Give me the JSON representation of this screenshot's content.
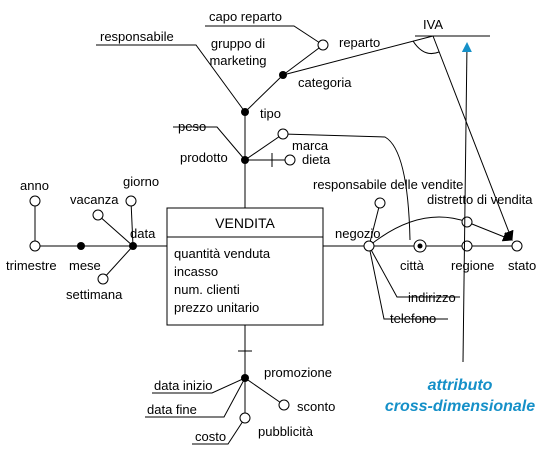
{
  "fact": {
    "name": "VENDITA",
    "measures": [
      "quantità venduta",
      "incasso",
      "num. clienti",
      "prezzo unitario"
    ]
  },
  "labels": {
    "capo_reparto": "capo reparto",
    "reparto": "reparto",
    "responsabile": "responsabile",
    "gruppo_marketing_1": "gruppo di",
    "gruppo_marketing_2": "marketing",
    "categoria": "categoria",
    "iva": "IVA",
    "tipo": "tipo",
    "peso": "peso",
    "prodotto": "prodotto",
    "marca": "marca",
    "dieta": "dieta",
    "anno": "anno",
    "giorno": "giorno",
    "vacanza": "vacanza",
    "data": "data",
    "trimestre": "trimestre",
    "mese": "mese",
    "settimana": "settimana",
    "responsabile_vendite": "responsabile delle vendite",
    "distretto_vendita": "distretto di vendita",
    "negozio": "negozio",
    "citta": "città",
    "regione": "regione",
    "stato": "stato",
    "indirizzo": "indirizzo",
    "telefono": "telefono",
    "promozione": "promozione",
    "data_inizio": "data inizio",
    "data_fine": "data fine",
    "sconto": "sconto",
    "pubblicita": "pubblicità",
    "costo": "costo"
  },
  "annotation": {
    "line1": "attributo",
    "line2": "cross-dimensionale",
    "color": "#1590c8"
  }
}
